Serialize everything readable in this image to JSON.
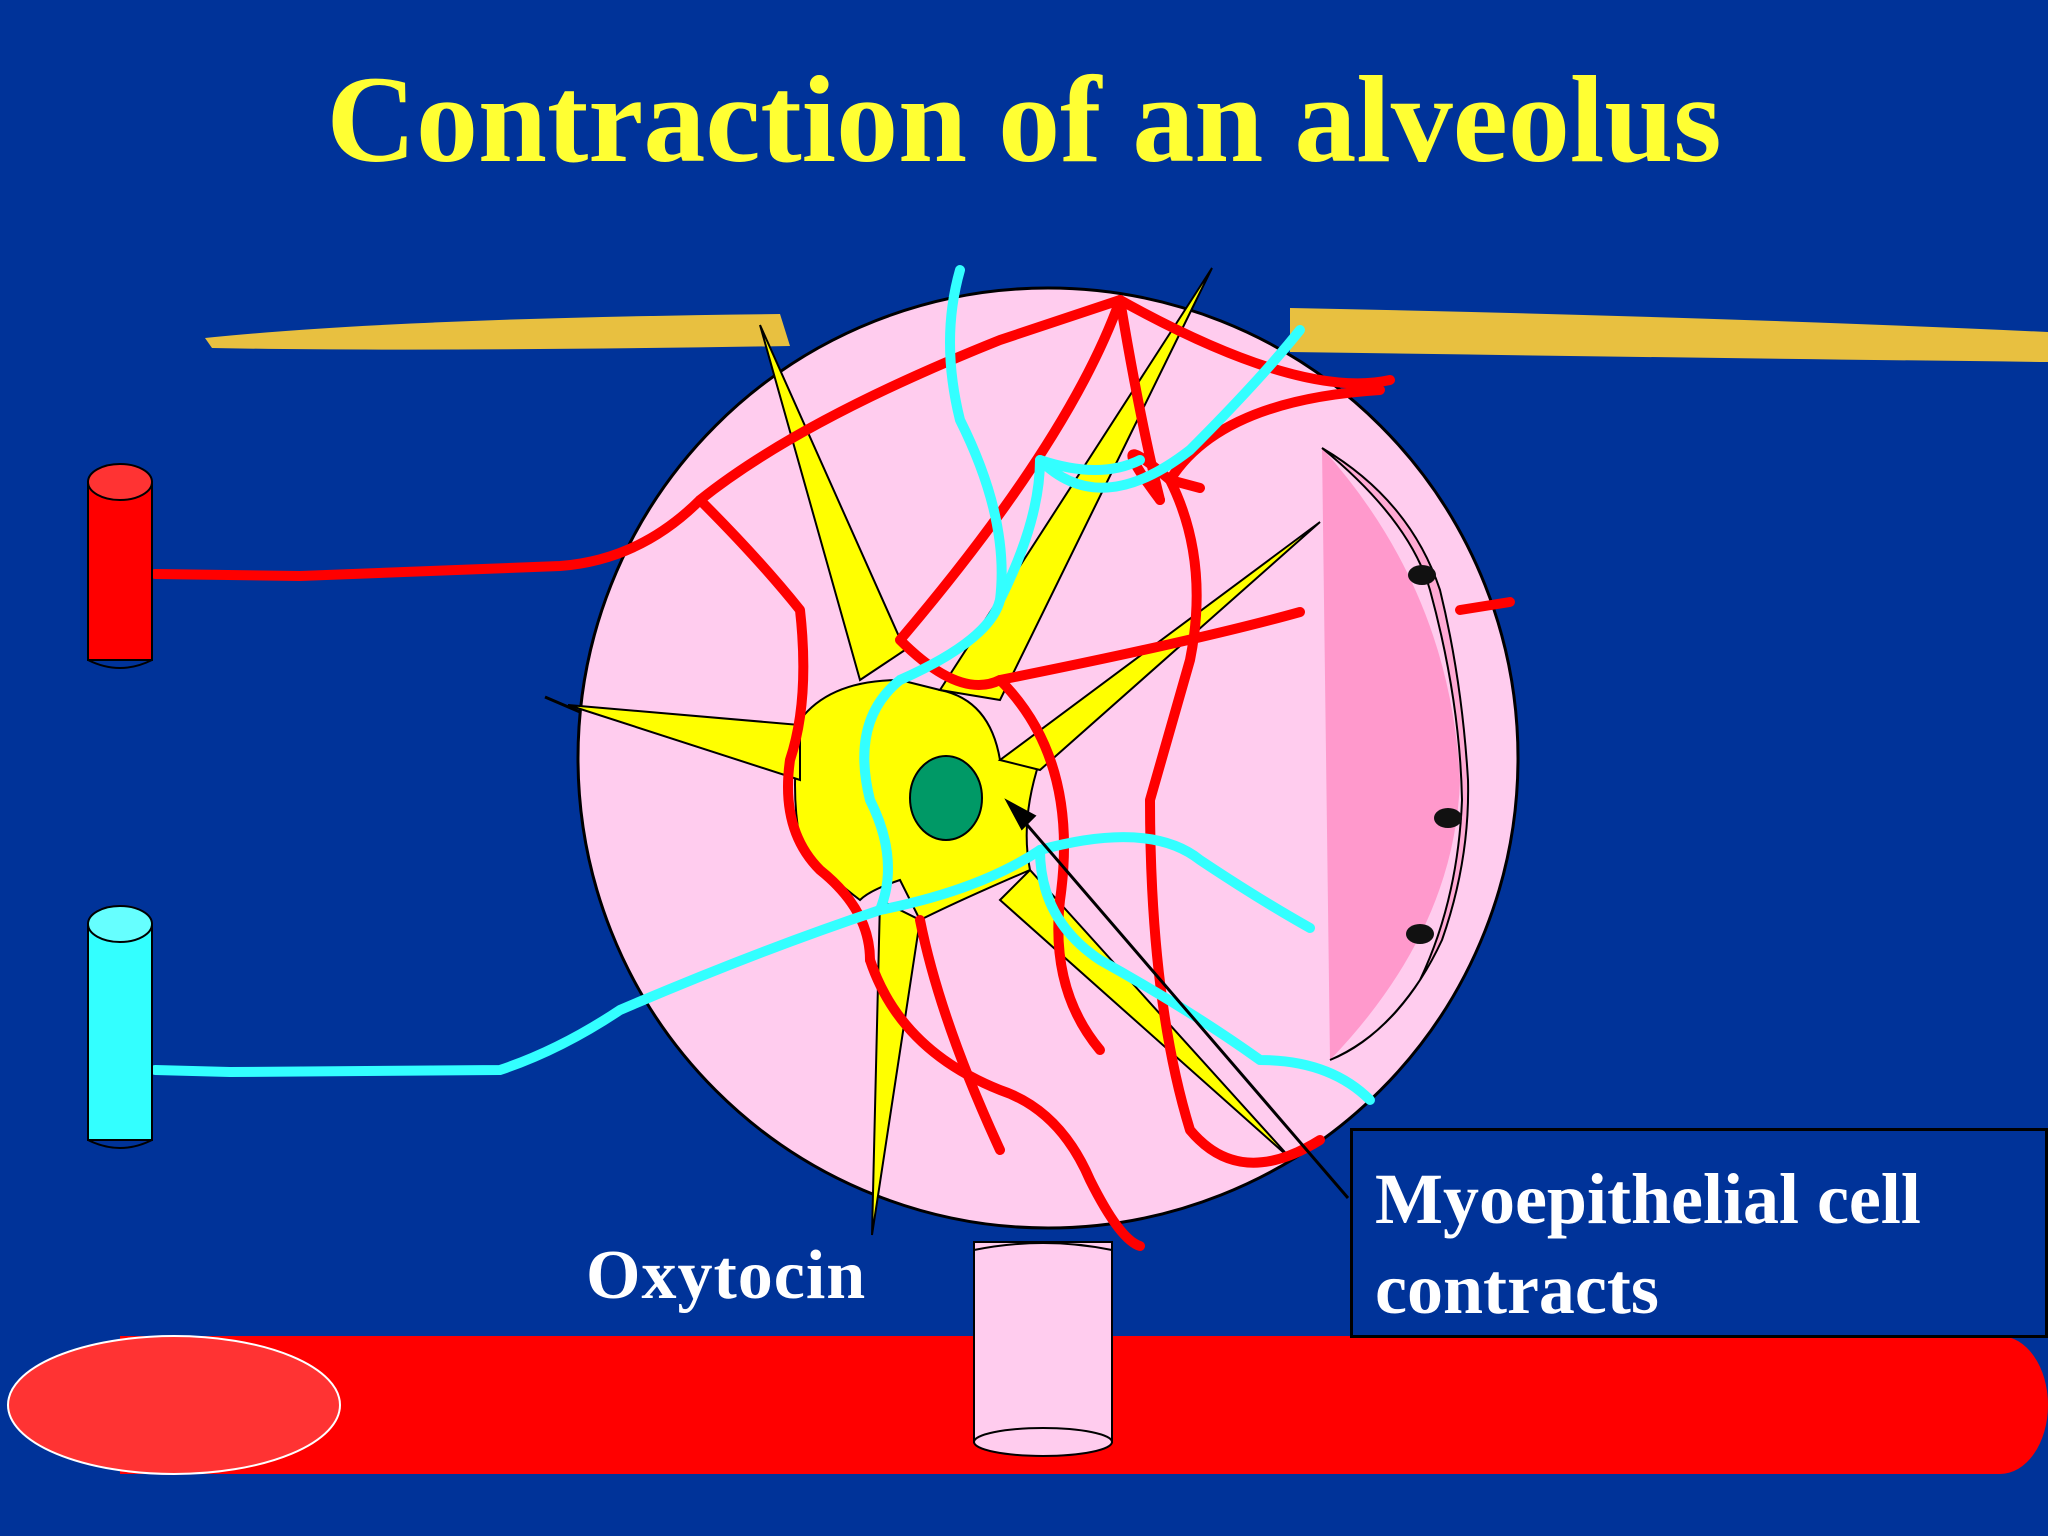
{
  "slide": {
    "title": "Contraction of an alveolus",
    "label_oxytocin": "Oxytocin",
    "callout": {
      "line1": "Myoepithelial cell",
      "line2": "contracts"
    }
  },
  "colors": {
    "background": "#003399",
    "title": "#ffff33",
    "alveolus": "#ffccee",
    "myoepithelial_cell": "#ffff00",
    "nucleus": "#009966",
    "artery": "#ff0000",
    "vein": "#33ffff",
    "lumen_cell": "#ff99cc",
    "duct": "#ffccee",
    "basement_band": "#e8c040"
  }
}
